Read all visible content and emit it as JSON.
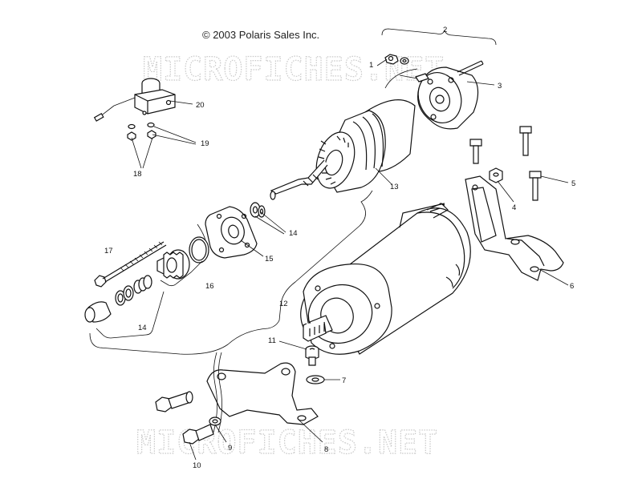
{
  "copyright": "© 2003 Polaris Sales Inc.",
  "watermarks": [
    "MICROFICHES.NET",
    "MICROFICHES.NET"
  ],
  "callouts": {
    "c1": "1",
    "c2": "2",
    "c3": "3",
    "c4": "4",
    "c5": "5",
    "c6": "6",
    "c7": "7",
    "c8": "8",
    "c9": "9",
    "c10": "10",
    "c11": "11",
    "c12": "12",
    "c13": "13",
    "c14a": "14",
    "c14b": "14",
    "c15": "15",
    "c16": "16",
    "c17": "17",
    "c18": "18",
    "c19": "19",
    "c20": "20"
  },
  "colors": {
    "line": "#111111",
    "watermark": "#c9c9c9",
    "background": "#ffffff"
  }
}
